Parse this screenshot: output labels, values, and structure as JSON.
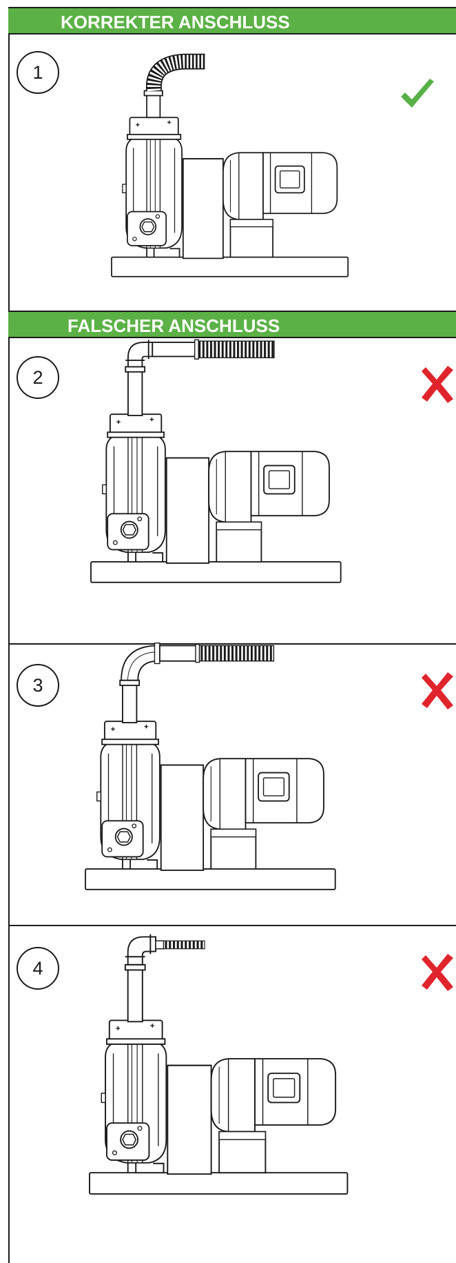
{
  "sections": [
    {
      "title": "KORREKTER ANSCHLUSS",
      "status": "correct"
    },
    {
      "title": "FALSCHER ANSCHLUSS",
      "status": "incorrect"
    }
  ],
  "panels": [
    {
      "number": "1",
      "result": "check-icon",
      "connection": "flexible-hose-direct"
    },
    {
      "number": "2",
      "result": "cross-icon",
      "connection": "elbow-pipe-hose"
    },
    {
      "number": "3",
      "result": "cross-icon",
      "connection": "bend-pipe-hose"
    },
    {
      "number": "4",
      "result": "cross-icon",
      "connection": "elbow-short-hose"
    }
  ],
  "colors": {
    "header_bg": "#5cb146",
    "header_text": "#ffffff",
    "correct": "#58b047",
    "incorrect": "#e0242b",
    "line": "#1a1a1a"
  }
}
